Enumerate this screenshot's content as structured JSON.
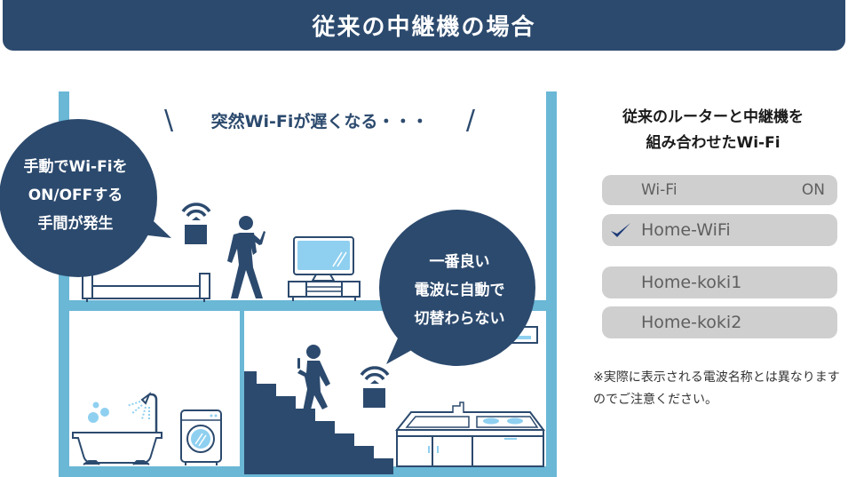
{
  "header": {
    "title": "従来の中継機の場合"
  },
  "scene": {
    "tagline": {
      "left_mark": "\\",
      "text": "突然Wi-Fiが遅くなる・・・",
      "right_mark": "/"
    },
    "bubble_left": {
      "lines": [
        "手動でWi-Fiを",
        "ON/OFFする",
        "手間が発生"
      ]
    },
    "bubble_right": {
      "lines": [
        "一番良い",
        "電波に自動で",
        "切替わらない"
      ]
    },
    "icons": [
      "wifi-router-icon",
      "walking-person-icon",
      "sofa-icon",
      "tv-icon",
      "bathtub-icon",
      "shower-icon",
      "washing-machine-icon",
      "stairs-icon",
      "climbing-person-icon",
      "kitchen-icon",
      "range-hood-icon"
    ],
    "colors": {
      "frame": "#6ab7d6",
      "navy": "#2c4a6e",
      "light_blue": "#8fd0f0"
    }
  },
  "panel": {
    "title_lines": [
      "従来のルーターと中継機を",
      "組み合わせたWi-Fi"
    ],
    "wifi_toggle": {
      "label": "Wi-Fi",
      "state": "ON"
    },
    "networks": [
      {
        "name": "Home-WiFi",
        "selected": true
      },
      {
        "name": "Home-koki1",
        "selected": false
      },
      {
        "name": "Home-koki2",
        "selected": false
      }
    ],
    "note": "※実際に表示される電波名称とは異なりますのでご注意ください。"
  }
}
